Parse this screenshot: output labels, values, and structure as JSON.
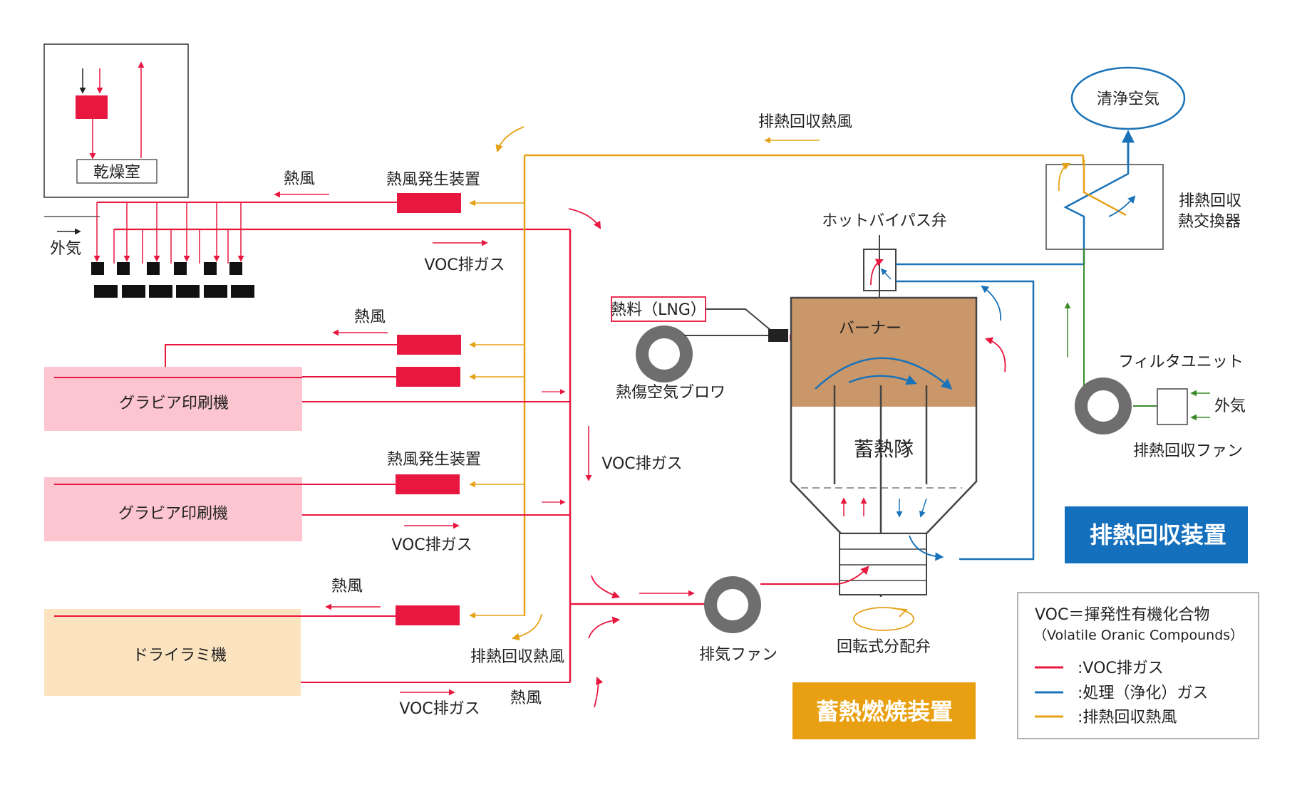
{
  "colors": {
    "voc": "#e8173f",
    "treated": "#1a73b8",
    "recovered": "#e6a117",
    "filter_line": "#3a8a2a",
    "printer_bg": "#fdc5cf",
    "laminator_bg": "#fbe3c0",
    "bed_top": "#c9976a",
    "badge_rto": "#e8a012",
    "badge_hr": "#1470bc"
  },
  "labels": {
    "dryer": "乾燥室",
    "outside_air_left": "外気",
    "hot_air_1": "熱風",
    "hot_air_gen_1": "熱風発生装置",
    "voc_gas_1": "VOC排ガス",
    "hot_air_2": "熱風",
    "printer_1": "グラビア印刷機",
    "hot_air_gen_2": "熱風発生装置",
    "printer_2": "グラビア印刷機",
    "voc_gas_2": "VOC排ガス",
    "hot_air_3": "熱風",
    "laminator": "ドライラミ機",
    "recovered_hot_air_1": "排熱回収熱風",
    "voc_gas_3": "VOC排ガス",
    "hot_air_4": "熱風",
    "voc_gas_mid": "VOC排ガス",
    "recovered_hot_air_top": "排熱回収熱風",
    "fuel": "熱料（LNG）",
    "combustion_blower": "熱傷空気ブロワ",
    "burner": "バーナー",
    "hot_bypass_valve": "ホットバイパス弁",
    "heat_bed": "蓄熱隊",
    "exhaust_fan": "排気ファン",
    "rotary_valve": "回転式分配弁",
    "rto_badge": "蓄熱燃焼装置",
    "clean_air": "清浄空気",
    "heat_exchanger_1": "排熱回収",
    "heat_exchanger_2": "熱交換器",
    "filter_unit": "フィルタユニット",
    "outside_air_right": "外気",
    "recovery_fan": "排熱回収ファン",
    "hr_badge": "排熱回収装置"
  },
  "legend": {
    "title": "VOC＝揮発性有機化合物",
    "subtitle": "（Volatile Oranic Compounds）",
    "items": [
      {
        "label": ":VOC排ガス",
        "color": "#e8173f"
      },
      {
        "label": ":処理（浄化）ガス",
        "color": "#1a73b8"
      },
      {
        "label": ":排熱回収熱風",
        "color": "#e6a117"
      }
    ]
  }
}
